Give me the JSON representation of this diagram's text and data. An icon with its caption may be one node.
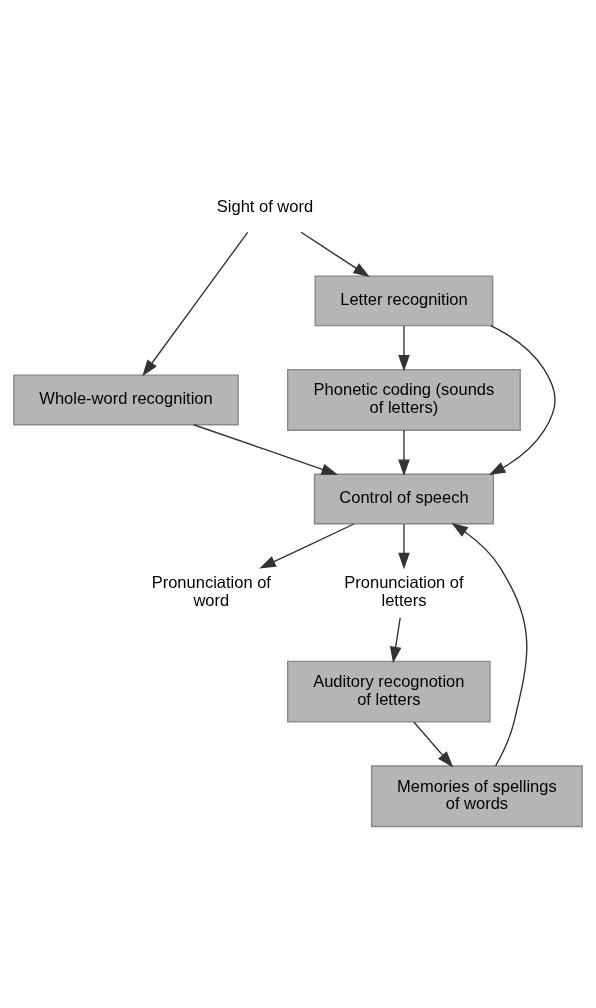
{
  "diagram": {
    "nodes": [
      {
        "text": [
          "Sight of word"
        ]
      },
      {
        "text": [
          "Whole-word recognition"
        ]
      },
      {
        "text": [
          "Letter recognition"
        ]
      },
      {
        "text": [
          "Phonetic coding (sounds of letters)"
        ]
      },
      {
        "text": [
          "Control of speech"
        ]
      },
      {
        "text": [
          "Pronunciation of word"
        ]
      },
      {
        "text": [
          "Pronunciation of letters"
        ]
      },
      {
        "text": [
          "Auditory recognotion of letters"
        ]
      },
      {
        "text": [
          "Memories of spellings of words"
        ]
      }
    ],
    "edges": [
      {
        "from": 0,
        "to": 1,
        "arrow": "to"
      },
      {
        "from": 0,
        "to": 2,
        "arrow": "to"
      },
      {
        "from": 2,
        "to": 3,
        "arrow": "to"
      },
      {
        "from": 1,
        "to": 4,
        "arrow": "to"
      },
      {
        "from": 2,
        "to": 4,
        "arrow": "to"
      },
      {
        "from": 3,
        "to": 4,
        "arrow": "to"
      },
      {
        "from": 4,
        "to": 5,
        "arrow": "to"
      },
      {
        "from": 4,
        "to": 6,
        "arrow": "to"
      },
      {
        "from": 6,
        "to": 7,
        "arrow": "to"
      },
      {
        "from": 7,
        "to": 8,
        "arrow": "to"
      },
      {
        "from": 8,
        "to": 4,
        "arrow": "to"
      }
    ]
  }
}
